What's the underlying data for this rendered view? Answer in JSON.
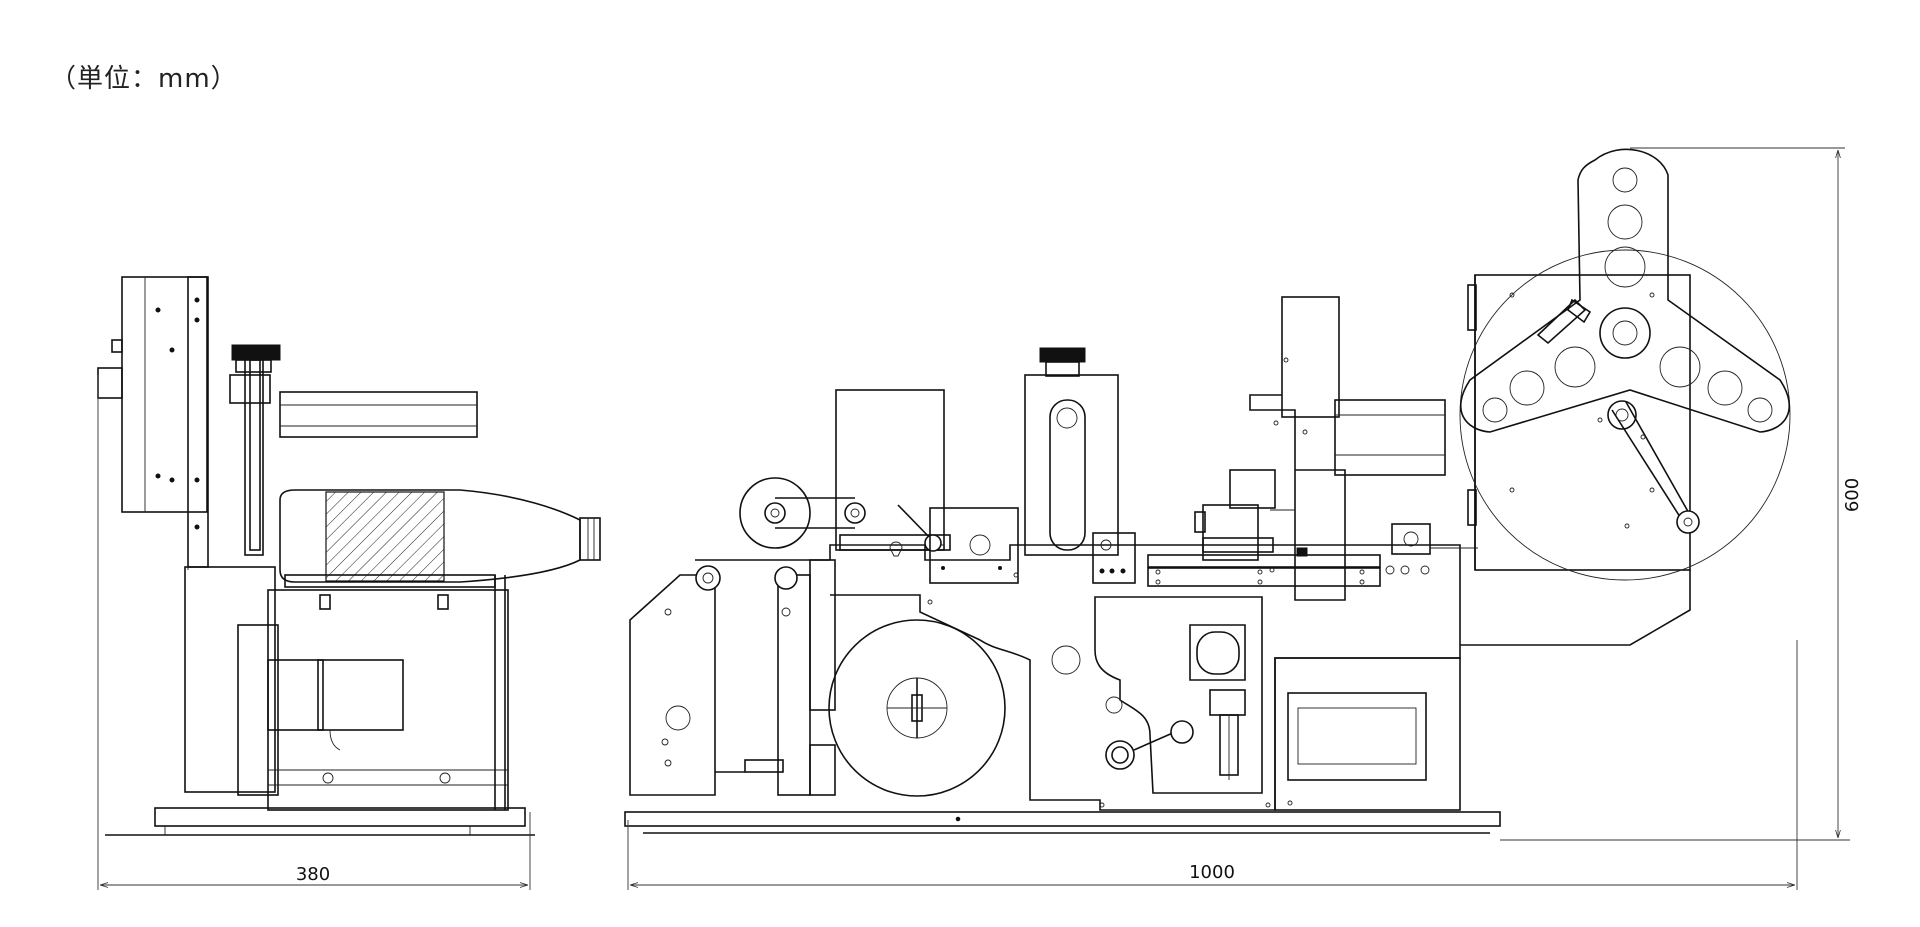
{
  "unit_label": "（単位：mm）",
  "dimensions": {
    "side_width": "380",
    "front_width": "1000",
    "height": "600"
  },
  "colors": {
    "line": "#111111",
    "background": "#ffffff"
  }
}
